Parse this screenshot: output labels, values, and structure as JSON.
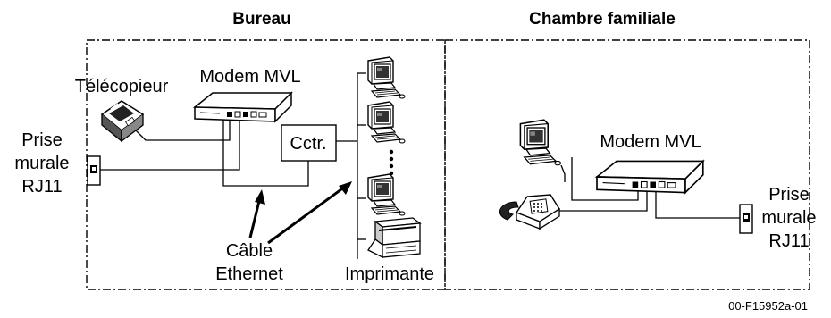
{
  "sections": {
    "office": "Bureau",
    "family_room": "Chambre familiale"
  },
  "labels": {
    "fax": "Télécopieur",
    "modem_office": "Modem MVL",
    "wall_jack_left": [
      "Prise",
      "murale",
      "RJ11"
    ],
    "hub": "Cctr.",
    "ethernet_cable": [
      "Câble",
      "Ethernet"
    ],
    "printer": "Imprimante",
    "modem_family": "Modem MVL",
    "wall_jack_right": [
      "Prise",
      "murale",
      "RJ11"
    ]
  },
  "figure_id": "00-F15952a-01"
}
